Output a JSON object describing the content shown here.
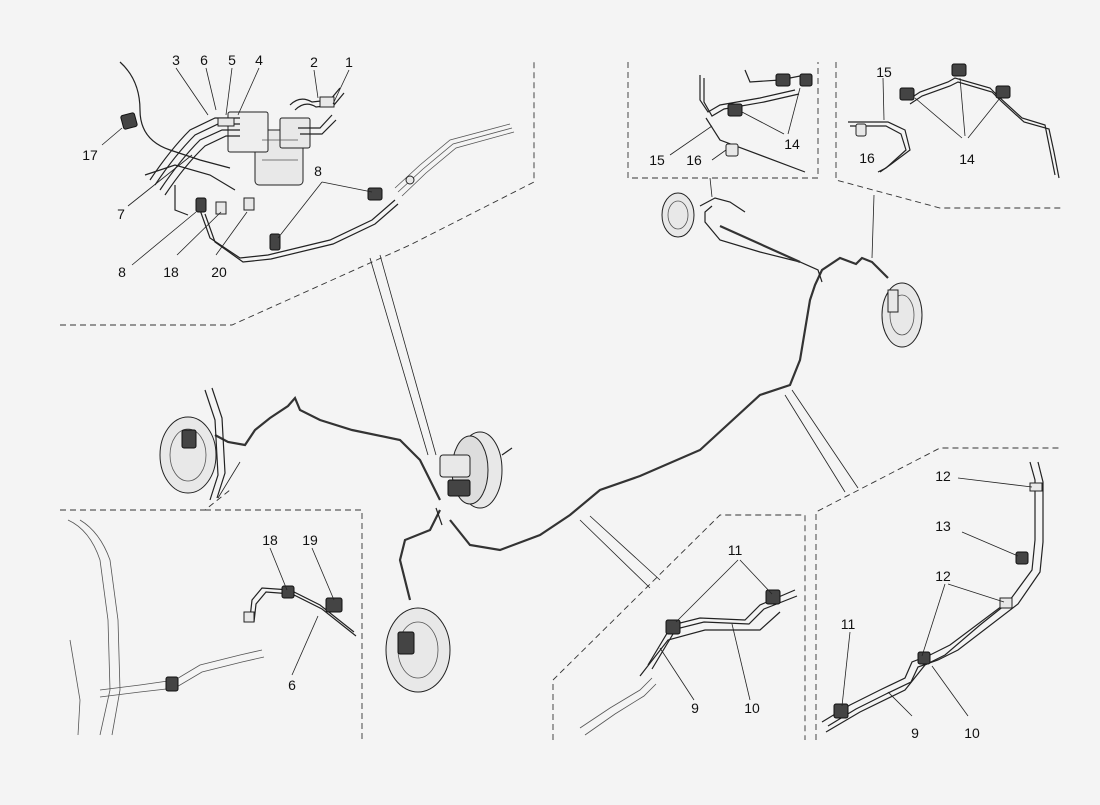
{
  "callouts": {
    "tl_1": "1",
    "tl_2": "2",
    "tl_3": "3",
    "tl_4": "4",
    "tl_5": "5",
    "tl_6": "6",
    "tl_7": "7",
    "tl_8a": "8",
    "tl_8b": "8",
    "tl_17": "17",
    "tl_18": "18",
    "tl_20": "20",
    "tc_14": "14",
    "tc_15": "15",
    "tc_16": "16",
    "tr_14": "14",
    "tr_15": "15",
    "tr_16": "16",
    "bl_18": "18",
    "bl_19": "19",
    "bl_6": "6",
    "bc_11": "11",
    "bc_9": "9",
    "bc_10": "10",
    "br_12a": "12",
    "br_12b": "12",
    "br_13": "13",
    "br_11": "11",
    "br_9": "9",
    "br_10": "10"
  }
}
